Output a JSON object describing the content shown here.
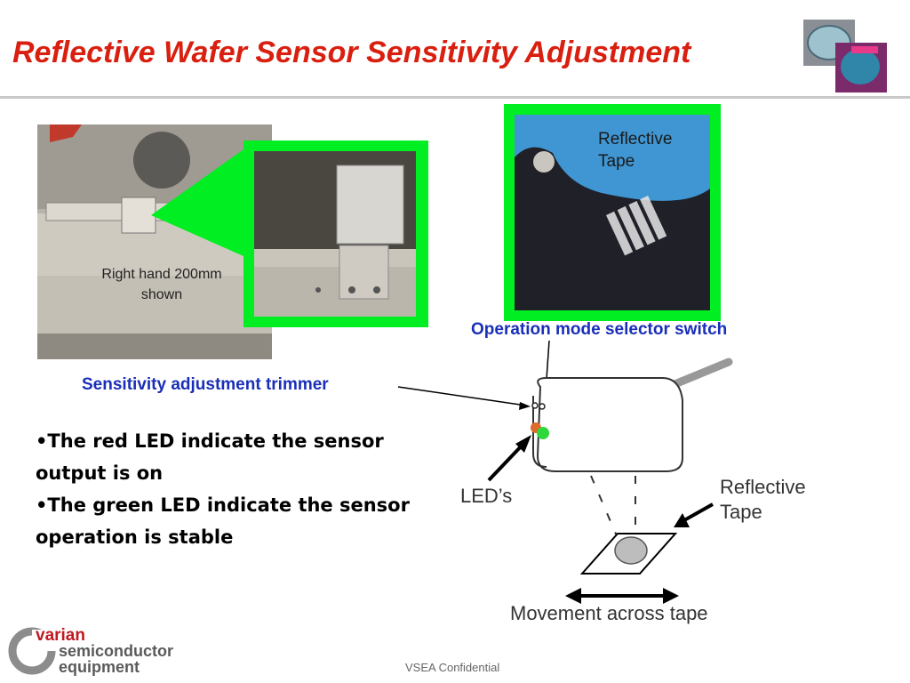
{
  "slide": {
    "title": "Reflective Wafer Sensor Sensitivity Adjustment",
    "footer": "VSEA Confidential"
  },
  "photos": {
    "main_caption_line1": "Right hand 200mm",
    "main_caption_line2": "shown",
    "tape_label_line1": "Reflective",
    "tape_label_line2": "Tape"
  },
  "callouts": {
    "operation_mode": "Operation mode selector switch",
    "sensitivity": "Sensitivity adjustment trimmer"
  },
  "bullets": [
    "•The red LED indicate the sensor output is on",
    "•The green LED indicate the sensor operation is stable"
  ],
  "diagram": {
    "leds_label": "LED’s",
    "tape_label_line1": "Reflective",
    "tape_label_line2": "Tape",
    "movement_label": "Movement across tape"
  },
  "logo": {
    "line1": "varian",
    "line2": "semiconductor",
    "line3": "equipment"
  },
  "colors": {
    "title_red": "#d91f0f",
    "callout_blue": "#1a2fb8",
    "highlight_green": "#00ee22"
  }
}
